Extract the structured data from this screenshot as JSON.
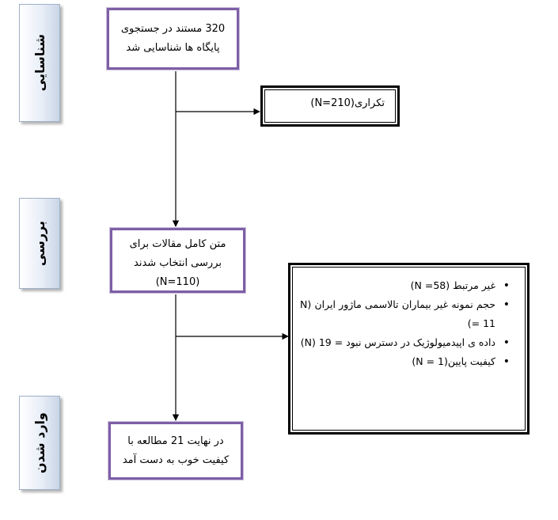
{
  "stages": {
    "identification": "شناسایی",
    "screening": "بررسی",
    "included": "وارد شدن"
  },
  "boxes": {
    "identified": {
      "line1": "320 مستند در جستجوی",
      "line2": "پایگاه ها شناسایی شد"
    },
    "duplicates": {
      "text": "تکراری(N=210)"
    },
    "fulltext": {
      "line1": "متن کامل مقالات برای",
      "line2": "بررسی انتخاب شدند",
      "line3": "(N=110)"
    },
    "excluded": {
      "items": [
        "غیر مرتبط (N =58)",
        "حجم نمونه غیر بیماران تالاسمی ماژور ایران (N = 11)",
        "داده ی اپیدمیولوژیک در دسترس نبود = N) 19)",
        "کیفیت پایین(N = 1)"
      ]
    },
    "final": {
      "line1": "در نهایت 21 مطالعه با",
      "line2": "کیفیت خوب به دست آمد"
    }
  },
  "colors": {
    "primary_border": "#7d5fa6",
    "exclusion_border": "#000000",
    "stage_fill": "#c9d5e6"
  }
}
